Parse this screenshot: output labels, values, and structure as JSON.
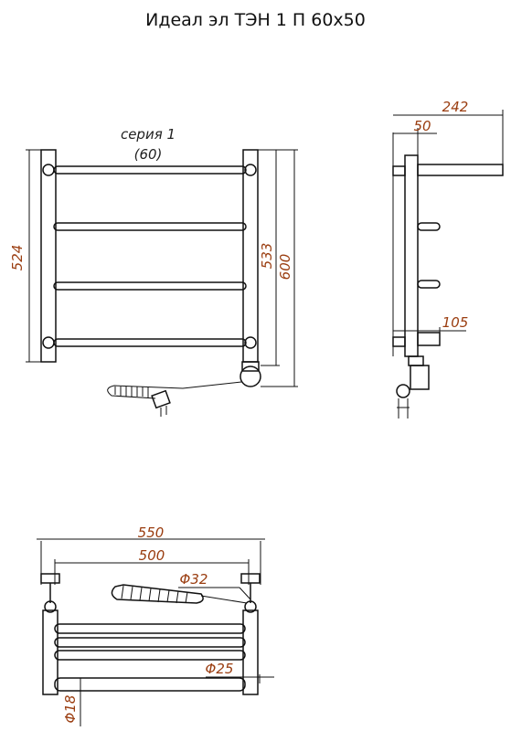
{
  "title": "Идеал эл ТЭН 1 П 60x50",
  "series_label": "серия 1",
  "series_value": "(60)",
  "front": {
    "dim_524": "524",
    "dim_533": "533",
    "dim_600": "600"
  },
  "side": {
    "dim_242": "242",
    "dim_50": "50",
    "dim_105": "105"
  },
  "top": {
    "dim_550": "550",
    "dim_500": "500",
    "dim_d32": "Φ32",
    "dim_d25": "Φ25",
    "dim_d18": "Φ18"
  },
  "colors": {
    "dimension_text": "#9a3d10",
    "line": "#111111"
  }
}
